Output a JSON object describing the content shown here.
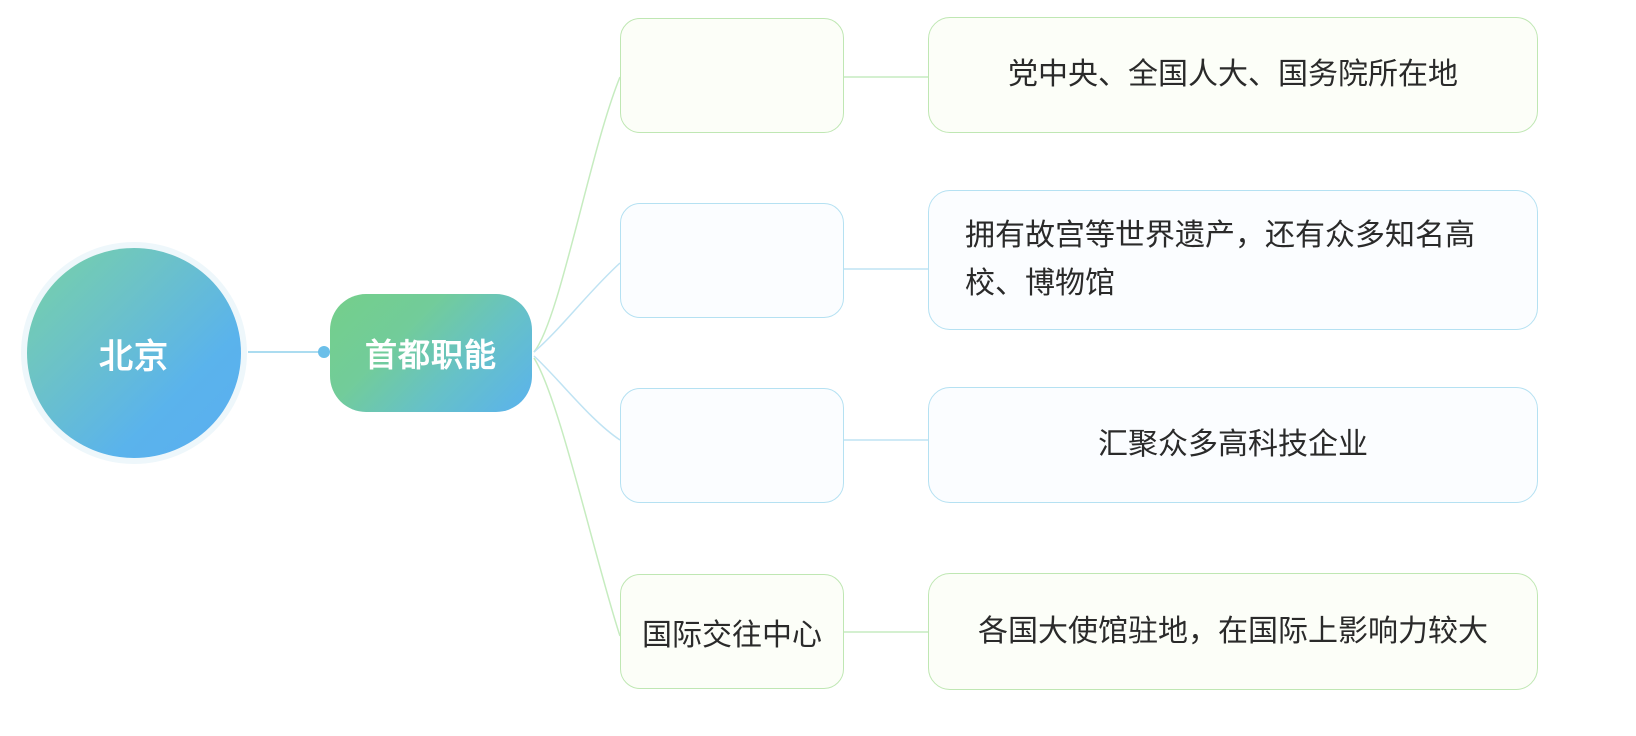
{
  "root": {
    "label": "北京"
  },
  "hub": {
    "label": "首都职能"
  },
  "branches": [
    {
      "category": "",
      "description": "党中央、全国人大、国务院所在地",
      "color": "green"
    },
    {
      "category": "",
      "description": "拥有故宫等世界遗产，还有众多知名高校、博物馆",
      "color": "blue"
    },
    {
      "category": "",
      "description": "汇聚众多高科技企业",
      "color": "blue"
    },
    {
      "category": "国际交往中心",
      "description": "各国大使馆驻地，在国际上影响力较大",
      "color": "green"
    }
  ],
  "colors": {
    "green_border": "#bfe7b3",
    "blue_border": "#b5e1f2",
    "green_line": "#c6ecc0",
    "blue_line": "#bfe3f3",
    "node_gradient_green": "#74cf8a",
    "node_gradient_blue": "#5ab2ee"
  }
}
